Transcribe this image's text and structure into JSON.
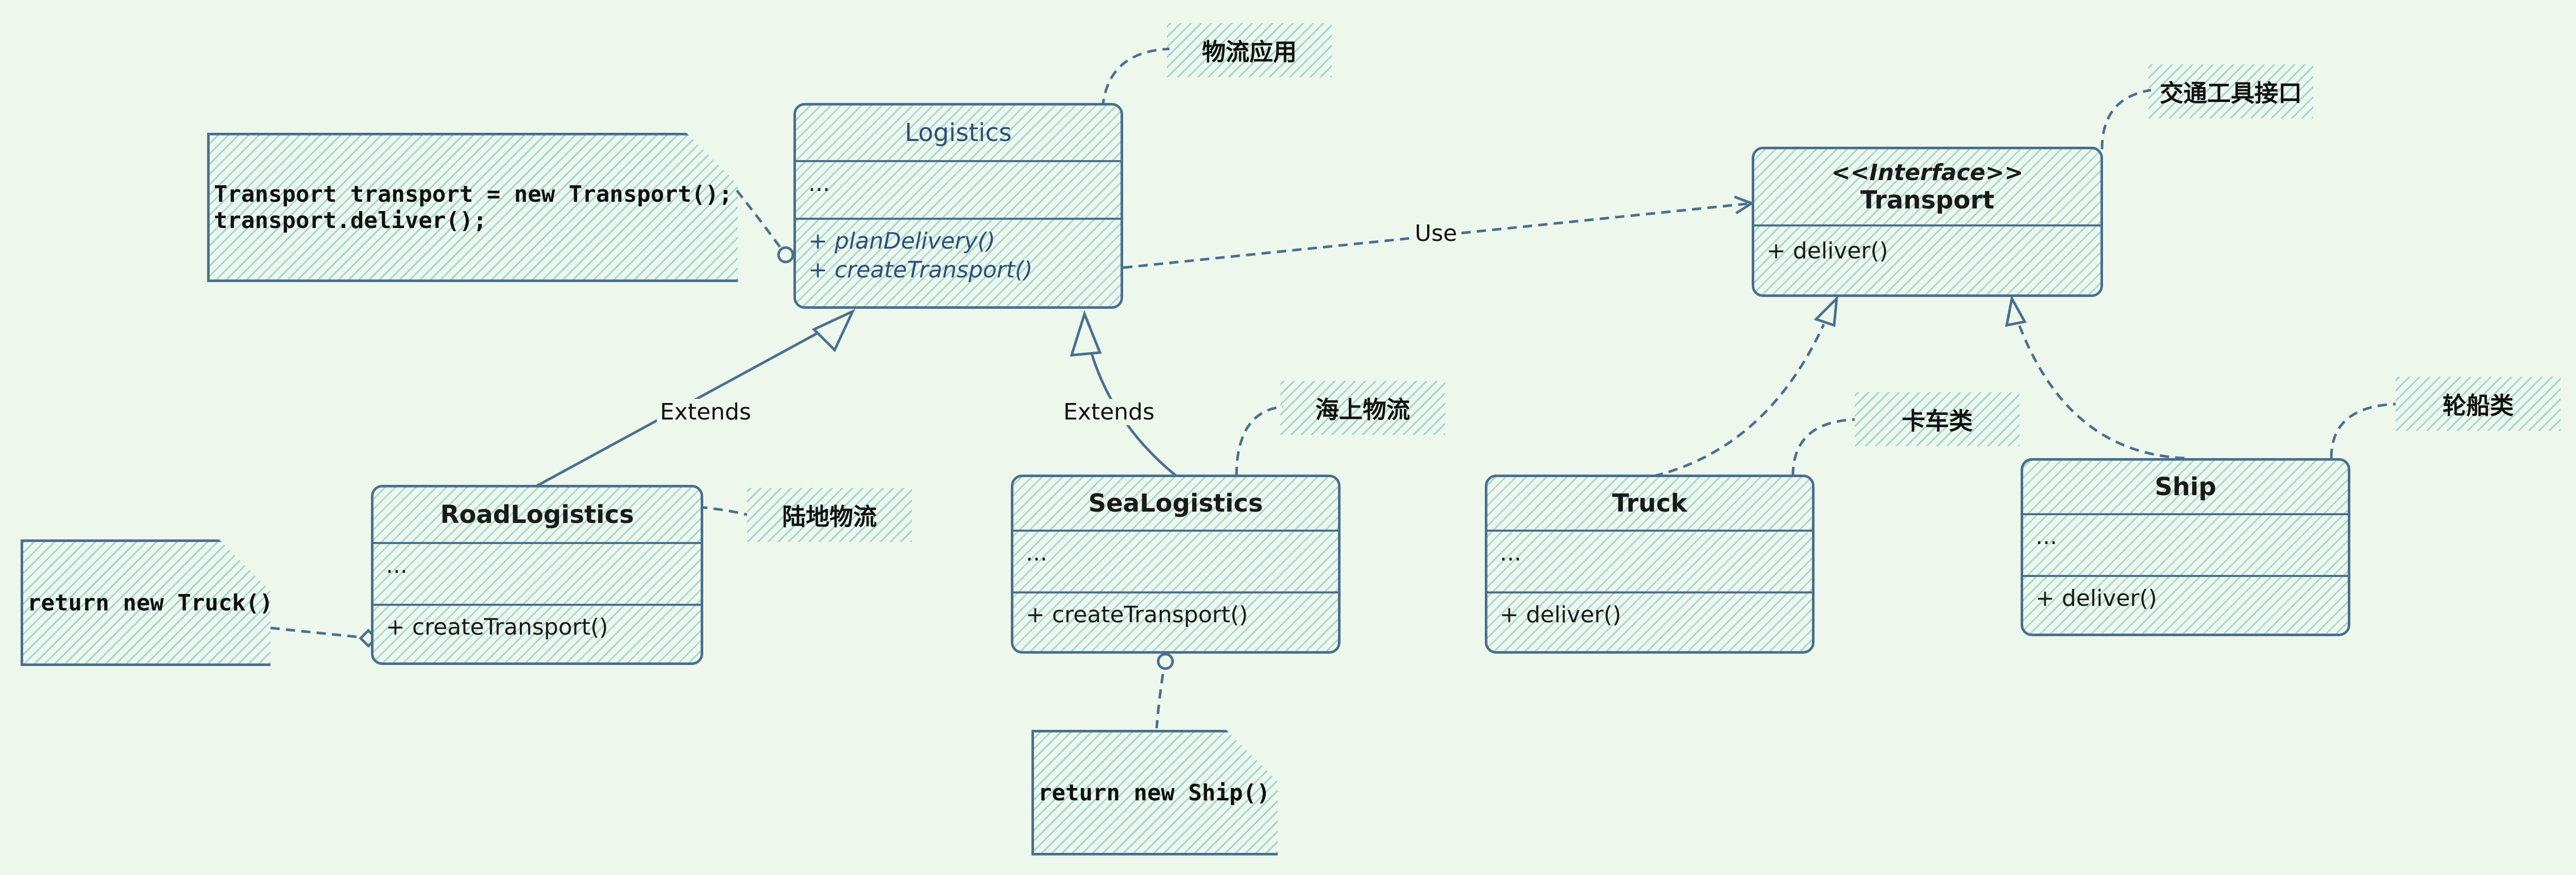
{
  "classes": {
    "logistics": {
      "name": "Logistics",
      "fields": "...",
      "methods": [
        "+ planDelivery()",
        "+ createTransport()"
      ]
    },
    "transport": {
      "stereotype": "<<Interface>>",
      "name": "Transport",
      "methods": [
        "+ deliver()"
      ]
    },
    "road": {
      "name": "RoadLogistics",
      "fields": "...",
      "methods": [
        "+ createTransport()"
      ]
    },
    "sea": {
      "name": "SeaLogistics",
      "fields": "...",
      "methods": [
        "+ createTransport()"
      ]
    },
    "truck": {
      "name": "Truck",
      "fields": "...",
      "methods": [
        "+ deliver()"
      ]
    },
    "ship": {
      "name": "Ship",
      "fields": "...",
      "methods": [
        "+ deliver()"
      ]
    }
  },
  "notes": {
    "logistics_note": [
      "Transport transport = new Transport();",
      "transport.deliver();"
    ],
    "road_note": [
      "return new Truck()"
    ],
    "sea_note": [
      "return new Ship()"
    ]
  },
  "tags": {
    "logistics": "物流应用",
    "transport": "交通工具接口",
    "road": "陆地物流",
    "sea": "海上物流",
    "truck": "卡车类",
    "ship": "轮船类"
  },
  "edges": {
    "use": "Use",
    "extends_road": "Extends",
    "extends_sea": "Extends"
  },
  "colors": {
    "background": "#eef7ec",
    "stroke": "#4a6f8e",
    "hatch": "#6abfbf",
    "primary_text": "#2d4f7a"
  }
}
